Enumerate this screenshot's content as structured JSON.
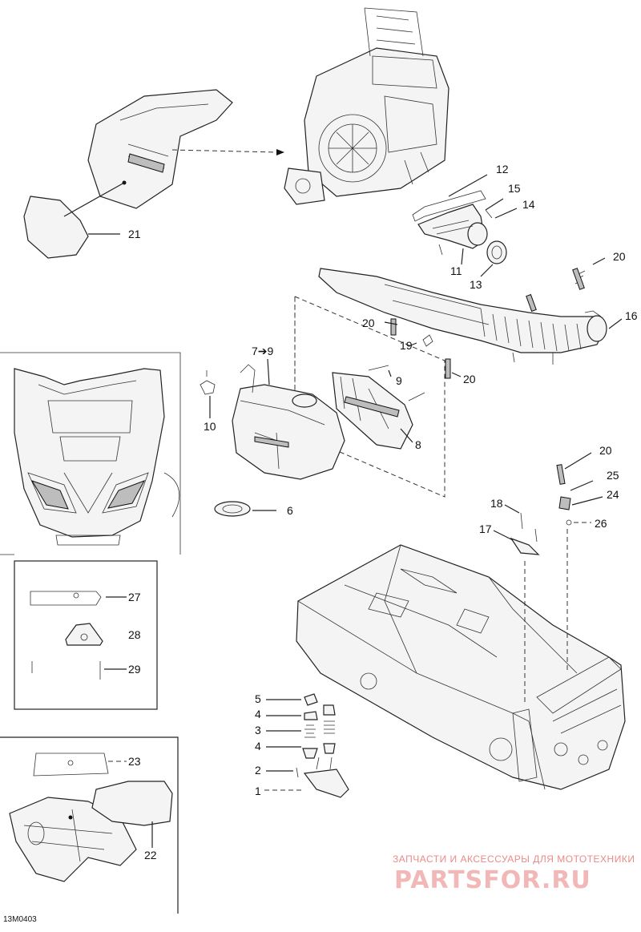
{
  "diagram": {
    "code": "13M0403",
    "watermark": {
      "line1": "ЗАПЧАСТИ И АКСЕССУАРЫ ДЛЯ МОТОТЕХНИКИ",
      "line2": "PARTSFOR.RU"
    },
    "callouts": {
      "c1": "1",
      "c2": "2",
      "c3": "3",
      "c4a": "4",
      "c4b": "4",
      "c5": "5",
      "c6": "6",
      "c7to9": "7➔9",
      "c8": "8",
      "c9": "9",
      "c10": "10",
      "c11": "11",
      "c12": "12",
      "c13": "13",
      "c14": "14",
      "c15": "15",
      "c16": "16",
      "c17": "17",
      "c18": "18",
      "c19": "19",
      "c20a": "20",
      "c20b": "20",
      "c20c": "20",
      "c20d": "20",
      "c21": "21",
      "c22": "22",
      "c23": "23",
      "c24": "24",
      "c25": "25",
      "c26": "26",
      "c27": "27",
      "c28": "28",
      "c29": "29"
    }
  }
}
